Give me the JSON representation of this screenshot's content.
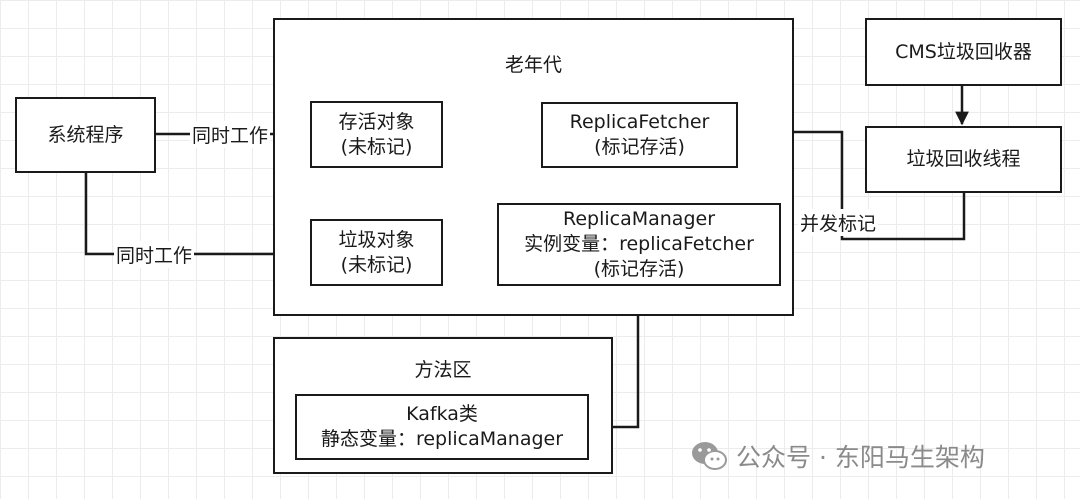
{
  "old_gen": {
    "title": "老年代",
    "live_object": {
      "line1": "存活对象",
      "line2": "(未标记)"
    },
    "garbage_object": {
      "line1": "垃圾对象",
      "line2": "(未标记)"
    },
    "replica_fetcher": {
      "line1": "ReplicaFetcher",
      "line2": "(标记存活)"
    },
    "replica_manager": {
      "line1": "ReplicaManager",
      "line2": "实例变量：replicaFetcher",
      "line3": "(标记存活)"
    }
  },
  "method_area": {
    "title": "方法区",
    "kafka": {
      "line1": "Kafka类",
      "line2": "静态变量：replicaManager"
    }
  },
  "system_program": "系统程序",
  "cms_collector": "CMS垃圾回收器",
  "gc_thread": "垃圾回收线程",
  "edge_labels": {
    "concurrent_work_1": "同时工作",
    "concurrent_work_2": "同时工作",
    "concurrent_mark": "并发标记"
  },
  "watermark": "公众号 · 东阳马生架构"
}
